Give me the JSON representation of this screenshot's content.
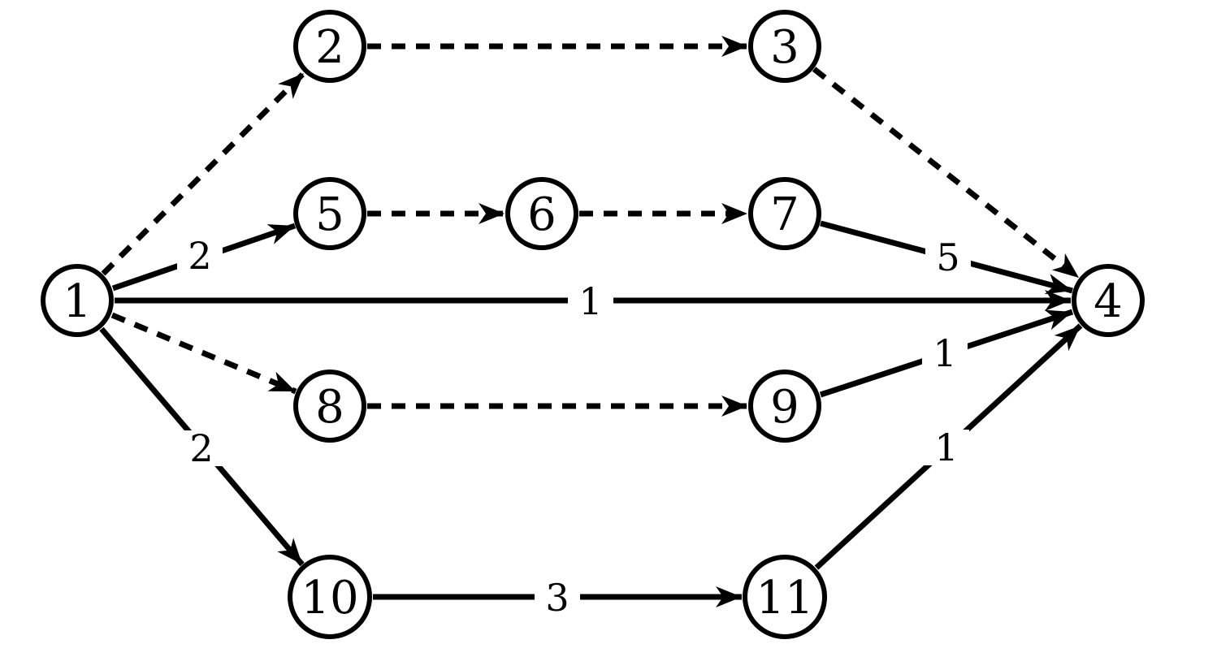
{
  "diagram": {
    "type": "directed-graph",
    "background_color": "#ffffff",
    "stroke_color": "#000000",
    "nodes": [
      {
        "id": "1",
        "label": "1"
      },
      {
        "id": "2",
        "label": "2"
      },
      {
        "id": "3",
        "label": "3"
      },
      {
        "id": "4",
        "label": "4"
      },
      {
        "id": "5",
        "label": "5"
      },
      {
        "id": "6",
        "label": "6"
      },
      {
        "id": "7",
        "label": "7"
      },
      {
        "id": "8",
        "label": "8"
      },
      {
        "id": "9",
        "label": "9"
      },
      {
        "id": "10",
        "label": "10"
      },
      {
        "id": "11",
        "label": "11"
      }
    ],
    "edges": [
      {
        "from": "1",
        "to": "2",
        "style": "dashed"
      },
      {
        "from": "2",
        "to": "3",
        "style": "dashed"
      },
      {
        "from": "3",
        "to": "4",
        "style": "dashed"
      },
      {
        "from": "1",
        "to": "5",
        "style": "solid",
        "weight": "2"
      },
      {
        "from": "5",
        "to": "6",
        "style": "dashed"
      },
      {
        "from": "6",
        "to": "7",
        "style": "dashed"
      },
      {
        "from": "7",
        "to": "4",
        "style": "solid",
        "weight": "5"
      },
      {
        "from": "1",
        "to": "4",
        "style": "solid",
        "weight": "1"
      },
      {
        "from": "1",
        "to": "8",
        "style": "dashed"
      },
      {
        "from": "8",
        "to": "9",
        "style": "dashed"
      },
      {
        "from": "9",
        "to": "4",
        "style": "solid",
        "weight": "1"
      },
      {
        "from": "1",
        "to": "10",
        "style": "solid",
        "weight": "2"
      },
      {
        "from": "10",
        "to": "11",
        "style": "solid",
        "weight": "3"
      },
      {
        "from": "11",
        "to": "4",
        "style": "solid",
        "weight": "1"
      }
    ]
  }
}
